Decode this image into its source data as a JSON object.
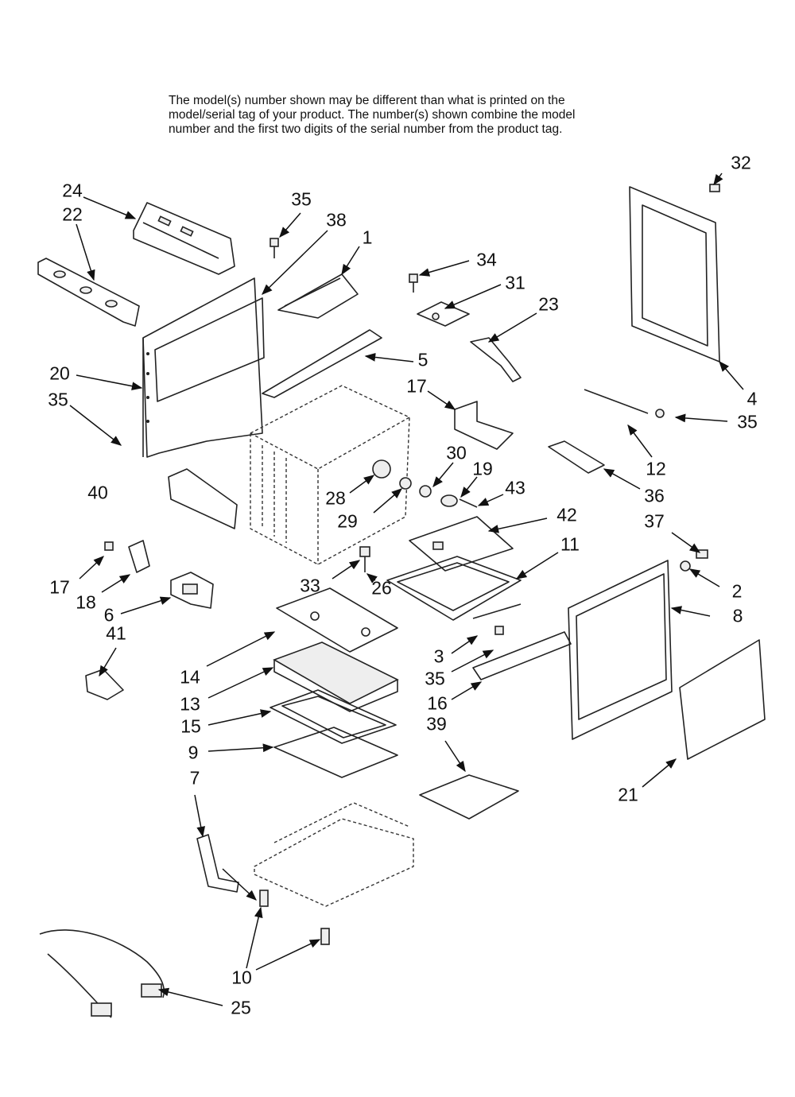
{
  "note": {
    "lines": [
      "The model(s) number shown may be different than what is printed on the",
      "model/serial tag of your product. The number(s) shown combine the model",
      "number and the first two digits of the serial number from the product tag."
    ]
  },
  "callouts": {
    "c1": "1",
    "c2": "2",
    "c3": "3",
    "c4": "4",
    "c5": "5",
    "c6": "6",
    "c7": "7",
    "c8": "8",
    "c9": "9",
    "c10": "10",
    "c11": "11",
    "c12": "12",
    "c13": "13",
    "c14": "14",
    "c15": "15",
    "c16": "16",
    "c17a": "17",
    "c17b": "17",
    "c18": "18",
    "c19": "19",
    "c20": "20",
    "c21": "21",
    "c22": "22",
    "c23": "23",
    "c24": "24",
    "c25": "25",
    "c26": "26",
    "c28": "28",
    "c29": "29",
    "c30": "30",
    "c31": "31",
    "c32": "32",
    "c33": "33",
    "c34": "34",
    "c35a": "35",
    "c35b": "35",
    "c35c": "35",
    "c35d": "35",
    "c36": "36",
    "c37": "37",
    "c38": "38",
    "c39": "39",
    "c40": "40",
    "c41": "41",
    "c42": "42",
    "c43": "43"
  }
}
